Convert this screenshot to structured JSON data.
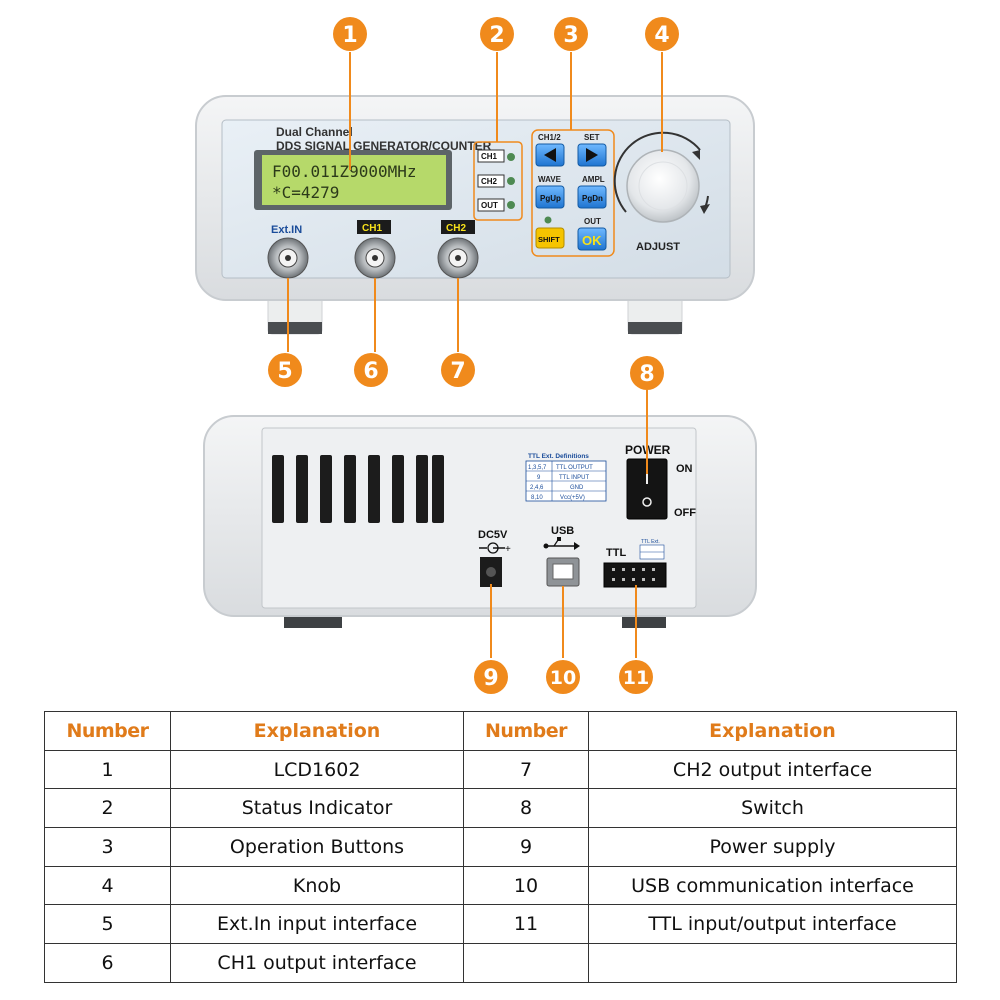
{
  "front_panel": {
    "title_line1": "Dual Channel",
    "title_line2": "DDS SIGNAL GENERATOR/COUNTER",
    "lcd_line1": "F00.011Z9000MHz",
    "lcd_line2": "*C=4279",
    "indicators": [
      "CH1",
      "CH2",
      "OUT"
    ],
    "button_labels": {
      "ch12": "CH1/2",
      "set": "SET",
      "wave": "WAVE",
      "ampl": "AMPL",
      "pgup": "PgUp",
      "pgdn": "PgDn",
      "out": "OUT",
      "shift": "SHIFT",
      "ok": "OK"
    },
    "knob_label": "ADJUST",
    "connectors": [
      "Ext.IN",
      "CH1",
      "CH2"
    ]
  },
  "rear_panel": {
    "power_label": "POWER",
    "on_label": "ON",
    "off_label": "OFF",
    "dc_label": "DC5V",
    "usb_label": "USB",
    "ttl_label": "TTL",
    "ttl_small_label": "TTL Ext.",
    "ttl_table": {
      "title": "TTL Ext. Definitions",
      "rows": [
        [
          "1,3,5,7",
          "TTL OUTPUT"
        ],
        [
          "9",
          "TTL INPUT"
        ],
        [
          "2,4,6",
          "GND"
        ],
        [
          "8,10",
          "Vcc(+5V)"
        ]
      ]
    }
  },
  "callouts": [
    "1",
    "2",
    "3",
    "4",
    "5",
    "6",
    "7",
    "8",
    "9",
    "10",
    "11"
  ],
  "colors": {
    "callout": "#f08a1c",
    "table_header": "#e07b1a",
    "lcd_bg": "#b6d96a",
    "button_blue": "#1e88e5",
    "shift_yellow": "#f5c400"
  },
  "table": {
    "headers": [
      "Number",
      "Explanation",
      "Number",
      "Explanation"
    ],
    "rows": [
      [
        "1",
        "LCD1602",
        "7",
        "CH2 output interface"
      ],
      [
        "2",
        "Status Indicator",
        "8",
        "Switch"
      ],
      [
        "3",
        "Operation Buttons",
        "9",
        "Power supply"
      ],
      [
        "4",
        "Knob",
        "10",
        "USB communication interface"
      ],
      [
        "5",
        "Ext.In input interface",
        "11",
        "TTL input/output interface"
      ],
      [
        "6",
        "CH1 output interface",
        "",
        ""
      ]
    ]
  }
}
